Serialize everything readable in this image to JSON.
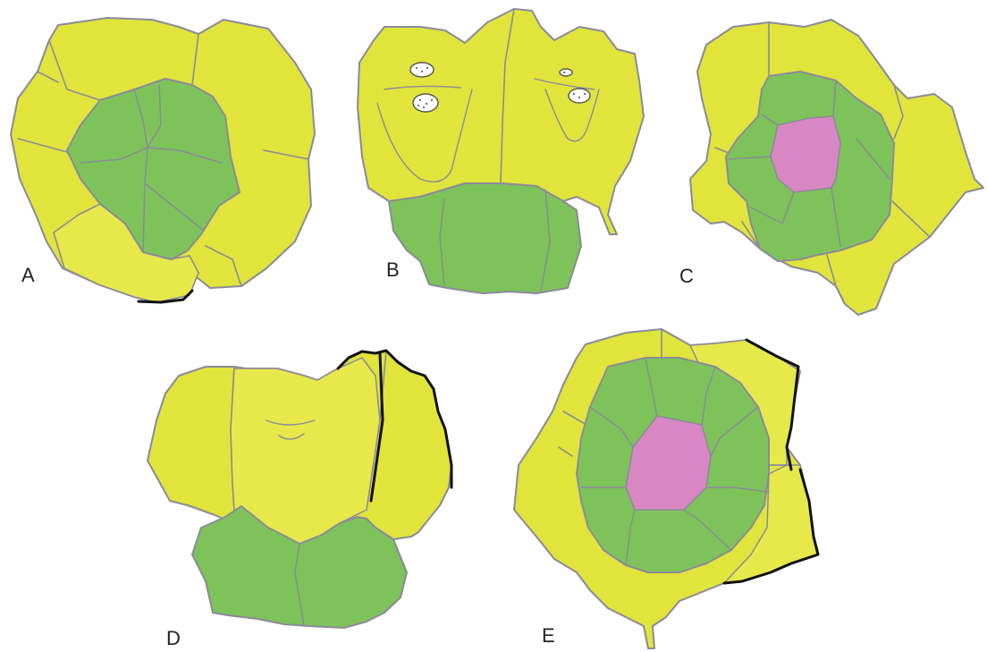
{
  "figure": {
    "colors": {
      "outer_cell": "#e1e43a",
      "outer_cell_light": "#e7e84a",
      "inner_cell": "#7ec35a",
      "central_cell": "#d987c3",
      "outline": "#8a8a9a",
      "thick_edge": "#111111",
      "background": "#ffffff"
    },
    "panels": [
      {
        "label": "A"
      },
      {
        "label": "B"
      },
      {
        "label": "C"
      },
      {
        "label": "D"
      },
      {
        "label": "E"
      }
    ]
  }
}
